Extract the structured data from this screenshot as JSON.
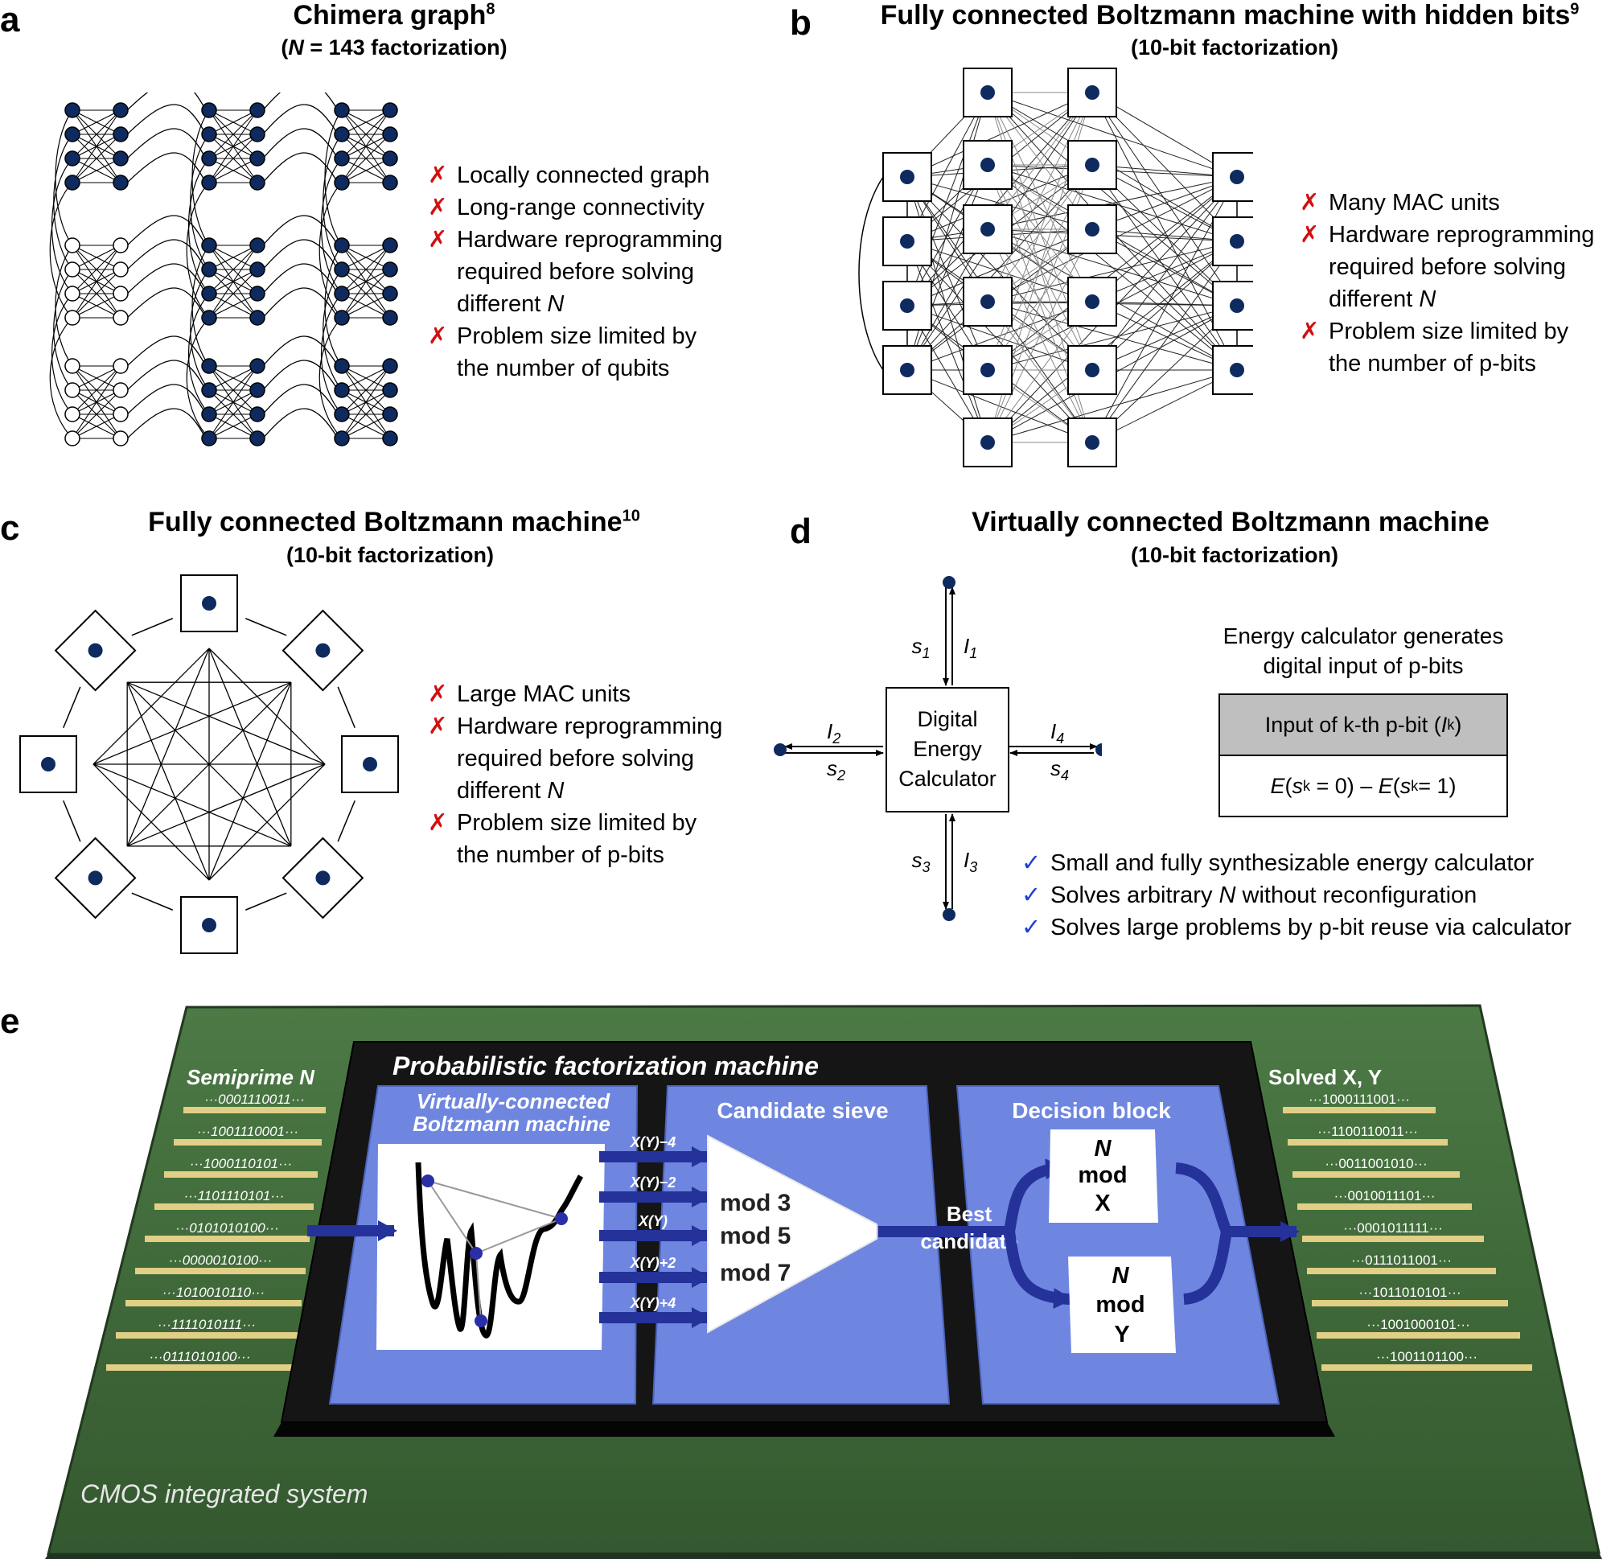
{
  "panel_a": {
    "letter": "a",
    "title": "Chimera graph",
    "title_sup": "8",
    "subtitle_pre": "(",
    "subtitle_var": "N",
    "subtitle_post": " = 143 factorization)",
    "bullets": [
      {
        "text": "Locally connected graph"
      },
      {
        "text": "Long-range connectivity"
      },
      {
        "text": "Hardware reprogramming"
      },
      {
        "text": "required before solving",
        "cont": true
      },
      {
        "text": "different ",
        "var": "N",
        "cont": true
      },
      {
        "text": "Problem size limited by"
      },
      {
        "text": "the number of qubits",
        "cont": true
      }
    ]
  },
  "panel_b": {
    "letter": "b",
    "title": "Fully connected Boltzmann machine with hidden bits",
    "title_sup": "9",
    "subtitle": "(10-bit factorization)",
    "bullets": [
      {
        "text": "Many MAC units"
      },
      {
        "text": "Hardware reprogramming"
      },
      {
        "text": "required before solving",
        "cont": true
      },
      {
        "text": "different ",
        "var": "N",
        "cont": true
      },
      {
        "text": "Problem size limited by"
      },
      {
        "text": "the number of p-bits",
        "cont": true
      }
    ]
  },
  "panel_c": {
    "letter": "c",
    "title": "Fully connected Boltzmann machine",
    "title_sup": "10",
    "subtitle": "(10-bit factorization)",
    "bullets": [
      {
        "text": "Large MAC units"
      },
      {
        "text": "Hardware reprogramming"
      },
      {
        "text": "required before solving",
        "cont": true
      },
      {
        "text": "different ",
        "var": "N",
        "cont": true
      },
      {
        "text": "Problem size limited by"
      },
      {
        "text": "the number of p-bits",
        "cont": true
      }
    ]
  },
  "panel_d": {
    "letter": "d",
    "title": "Virtually connected Boltzmann machine",
    "subtitle": "(10-bit factorization)",
    "calculator_lines": [
      "Digital",
      "Energy",
      "Calculator"
    ],
    "signals": {
      "s1": {
        "v": "s",
        "sub": "1"
      },
      "I1": {
        "v": "I",
        "sub": "1"
      },
      "s2": {
        "v": "s",
        "sub": "2"
      },
      "I2": {
        "v": "I",
        "sub": "2"
      },
      "s3": {
        "v": "s",
        "sub": "3"
      },
      "I3": {
        "v": "I",
        "sub": "3"
      },
      "s4": {
        "v": "s",
        "sub": "4"
      },
      "I4": {
        "v": "I",
        "sub": "4"
      }
    },
    "caption_lines": [
      "Energy calculator generates",
      "digital input of p-bits"
    ],
    "table_header": {
      "pre": "Input of k-th p-bit (",
      "var": "I",
      "sub": "k",
      "post": ")"
    },
    "table_row": {
      "E1": "E",
      "open1": "(",
      "s1": "s",
      "k1": "k",
      "eq1": " = 0) – ",
      "E2": "E",
      "open2": "(",
      "s2": "s",
      "k2": "k",
      "eq2": " = 1)"
    },
    "checks": [
      {
        "text": "Small and fully synthesizable energy calculator"
      },
      {
        "pre": "Solves arbitrary ",
        "var": "N",
        "text": " without reconfiguration"
      },
      {
        "text": "Solves large problems by p-bit reuse via calculator"
      }
    ]
  },
  "panel_e": {
    "letter": "e",
    "chip_label": "CMOS integrated system",
    "machine_title": "Probabilistic factorization machine",
    "input_label": "Semiprime N",
    "output_label": "Solved X, Y",
    "input_bits": [
      "···0001110011···",
      "···1001110001···",
      "···1000110101···",
      "···1101110101···",
      "···0101010100···",
      "···0000010100···",
      "···1010010110···",
      "···1111010111···",
      "···0111010100···"
    ],
    "output_bits": [
      "···1000111001···",
      "···1100110011···",
      "···0011001010···",
      "···0010011101···",
      "···0001011111···",
      "···0111011001···",
      "···1011010101···",
      "···1001000101···",
      "···1001101100···"
    ],
    "vcbm_lines": [
      "Virtually-connected",
      "Boltzmann machine"
    ],
    "candidates": [
      "X(Y)−4",
      "X(Y)−2",
      "X(Y)",
      "X(Y)+2",
      "X(Y)+4"
    ],
    "sieve_title": "Candidate sieve",
    "sieve_items": [
      "mod 3",
      "mod 5",
      "mod 7"
    ],
    "best_lines": [
      "Best",
      "candidate"
    ],
    "decision_title": "Decision block",
    "decision_x": [
      "N",
      "mod",
      "X"
    ],
    "decision_y": [
      "N",
      "mod",
      "Y"
    ],
    "colors": {
      "board": "#3f6b3a",
      "die": "#1a1a1a",
      "block": "#6f86e0",
      "arrow": "#24329a",
      "pin": "#e2cf86",
      "pbit": "#0e2a5e"
    }
  }
}
